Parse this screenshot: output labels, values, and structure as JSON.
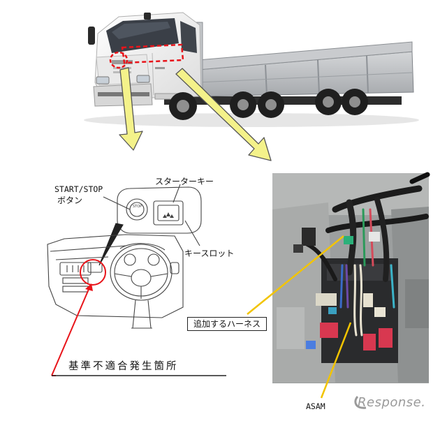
{
  "labels": {
    "start_stop_line1": "START/STOP",
    "start_stop_line2": "ボタン",
    "starter_key": "スターターキー",
    "key_slot": "キースロット",
    "added_harness": "追加するハーネス",
    "defect_location": "基準不適合発生箇所",
    "asam": "ASAM"
  },
  "watermark": "Response.",
  "colors": {
    "arrow_yellow": "#f4f28a",
    "callout_red": "#e8141a",
    "callout_line_yellow": "#f2c400",
    "truck_cab_white": "#f4f4f4",
    "truck_bed_silver": "#b9bcbf",
    "photo_bg_gray": "#9c9f9f"
  }
}
